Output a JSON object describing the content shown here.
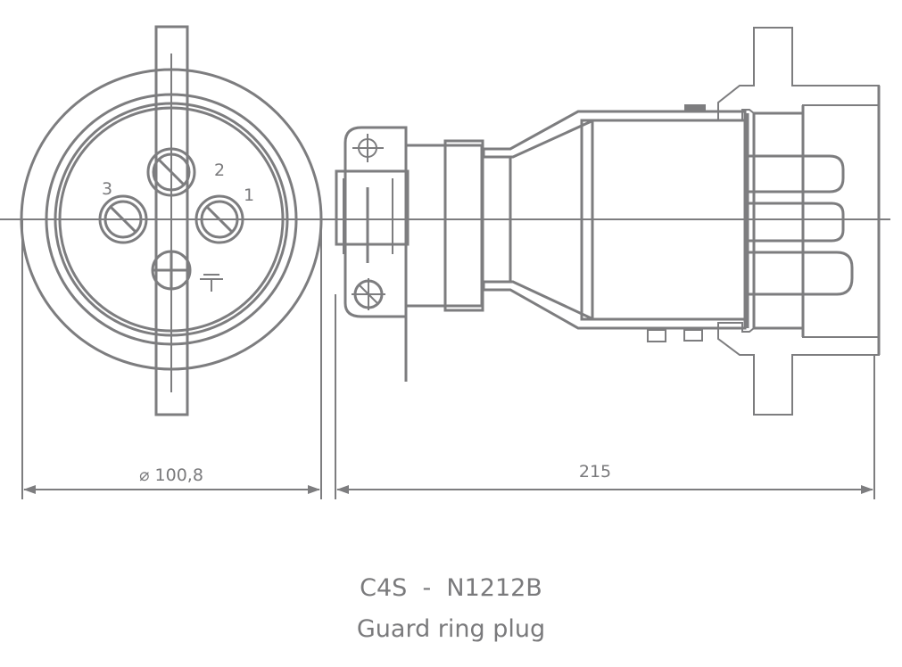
{
  "pin_labels": {
    "pin1": "1",
    "pin2": "2",
    "pin3": "3"
  },
  "dimensions": {
    "diameter": "⌀ 100,8",
    "length": "215"
  },
  "caption": {
    "model": "C4S  -  N1212B",
    "description": "Guard ring plug"
  },
  "colors": {
    "line": "#7d7d7f",
    "text": "#7a7a7c"
  }
}
